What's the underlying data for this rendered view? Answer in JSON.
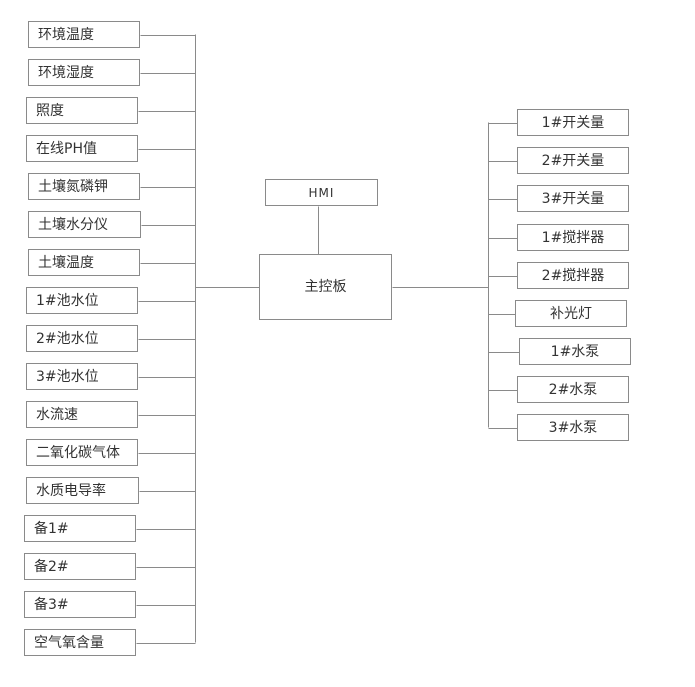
{
  "diagram": {
    "inputs": [
      "环境温度",
      "环境湿度",
      "照度",
      "在线PH值",
      "土壤氮磷钾",
      "土壤水分仪",
      "土壤温度",
      "1#池水位",
      "2#池水位",
      "3#池水位",
      "水流速",
      "二氧化碳气体",
      "水质电导率",
      "备1#",
      "备2#",
      "备3#",
      "空气氧含量"
    ],
    "controller": "主控板",
    "hmi": "HMI",
    "outputs": [
      "1#开关量",
      "2#开关量",
      "3#开关量",
      "1#搅拌器",
      "2#搅拌器",
      "补光灯",
      "1#水泵",
      "2#水泵",
      "3#水泵"
    ]
  }
}
